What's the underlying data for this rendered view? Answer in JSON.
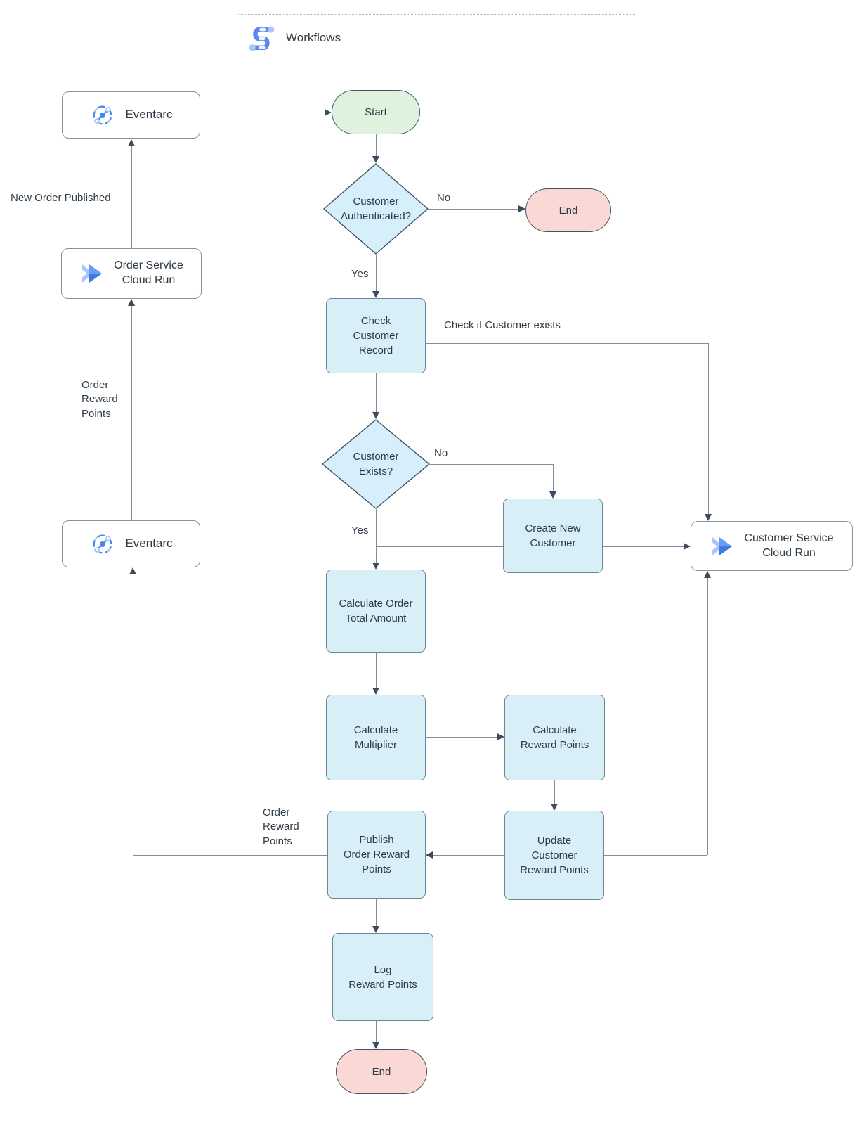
{
  "diagram": {
    "group_title": "Workflows",
    "nodes": {
      "eventarc_top": {
        "label": "Eventarc"
      },
      "start": {
        "label": "Start"
      },
      "customer_authenticated": {
        "label": "Customer\nAuthenticated?"
      },
      "end_top": {
        "label": "End"
      },
      "check_customer_record": {
        "label": "Check\nCustomer\nRecord"
      },
      "customer_exists": {
        "label": "Customer\nExists?"
      },
      "create_new_customer": {
        "label": "Create New\nCustomer"
      },
      "customer_service_cloud_run": {
        "label": "Customer Service\nCloud Run"
      },
      "calculate_order_total": {
        "label": "Calculate Order\nTotal Amount"
      },
      "calculate_multiplier": {
        "label": "Calculate\nMultiplier"
      },
      "calculate_reward_points": {
        "label": "Calculate\nReward Points"
      },
      "publish_order_reward_points": {
        "label": "Publish\nOrder Reward\nPoints"
      },
      "update_customer_reward_points": {
        "label": "Update\nCustomer\nReward Points"
      },
      "log_reward_points": {
        "label": "Log\nReward Points"
      },
      "end_bottom": {
        "label": "End"
      },
      "order_service_cloud_run": {
        "label": "Order Service\nCloud Run"
      },
      "eventarc_bottom": {
        "label": "Eventarc"
      }
    },
    "edge_labels": {
      "no_authenticated": "No",
      "yes_authenticated": "Yes",
      "check_if_customer_exists": "Check if Customer exists",
      "no_exists": "No",
      "yes_exists": "Yes",
      "new_order_published": "New Order Published",
      "order_reward_points_left": "Order\nReward\nPoints",
      "order_reward_points_mid": "Order\nReward\nPoints"
    },
    "icons": {
      "workflows": "workflows-icon",
      "eventarc": "eventarc-icon",
      "cloud_run": "cloud-run-icon"
    },
    "colors": {
      "process_fill": "#d9eff8",
      "process_border": "#6d8494",
      "decision_fill": "#d7effa",
      "decision_border": "#3f5266",
      "start_fill": "#def2dd",
      "end_fill": "#f9d8d6",
      "line": "#828d98",
      "arrowhead": "#3c4c5e",
      "accent_blue": "#4285f4",
      "accent_light_blue": "#a9c6fb"
    }
  }
}
